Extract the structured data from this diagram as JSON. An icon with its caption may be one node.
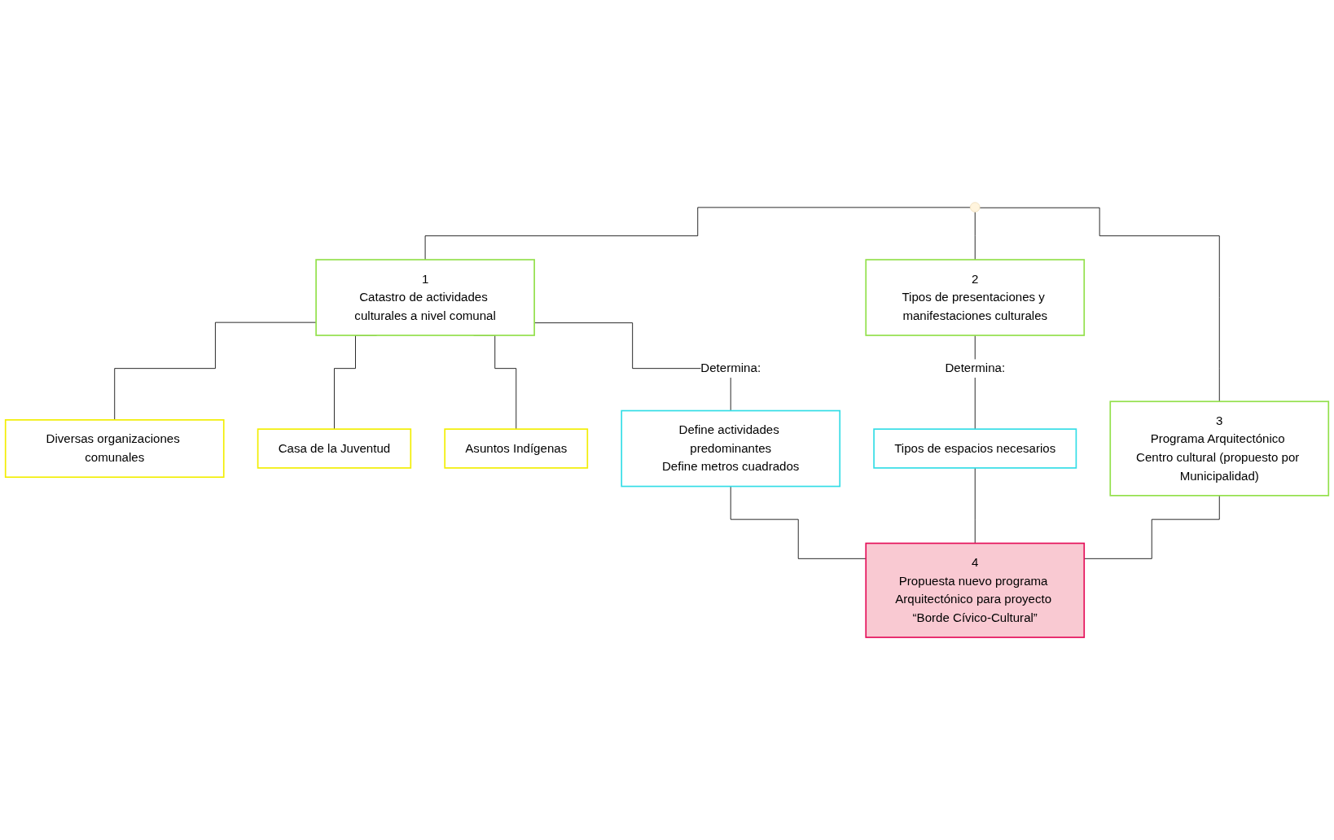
{
  "diagram": {
    "nodes": [
      {
        "text": [
          "1",
          "Catastro de actividades culturales a nivel comunal"
        ]
      },
      {
        "text": [
          "Diversas organizaciones comunales"
        ]
      },
      {
        "text": [
          "Casa de la Juventud"
        ]
      },
      {
        "text": [
          "Asuntos Indígenas"
        ]
      },
      {
        "text": [
          "2",
          "Tipos de presentaciones y manifestaciones culturales"
        ]
      },
      {
        "text": [
          "Define actividades predominantes",
          "Define metros cuadrados"
        ]
      },
      {
        "text": [
          "Tipos de espacios necesarios"
        ]
      },
      {
        "text": [
          "3",
          "Programa Arquitectónico Centro cultural (propuesto por Municipalidad)"
        ]
      },
      {
        "text": [
          "4",
          "Propuesta nuevo programa Arquitectónico para proyecto “Borde Cívico-Cultural”"
        ]
      }
    ],
    "edges": [
      {
        "from": null,
        "to": 7,
        "arrow": "none"
      },
      {
        "from": null,
        "to": 0,
        "arrow": "none"
      },
      {
        "from": null,
        "to": 4,
        "arrow": "none"
      },
      {
        "from": 0,
        "to": 1,
        "arrow": "none"
      },
      {
        "from": 0,
        "to": 2,
        "arrow": "none"
      },
      {
        "from": 0,
        "to": 3,
        "arrow": "none"
      },
      {
        "from": 0,
        "to": 5,
        "arrow": "none",
        "label": "Determina:"
      },
      {
        "from": 4,
        "to": 6,
        "arrow": "none",
        "label": "Determina:"
      },
      {
        "from": 5,
        "to": 8,
        "arrow": "none"
      },
      {
        "from": 6,
        "to": 8,
        "arrow": "none"
      },
      {
        "from": 7,
        "to": 8,
        "arrow": "none"
      }
    ]
  }
}
